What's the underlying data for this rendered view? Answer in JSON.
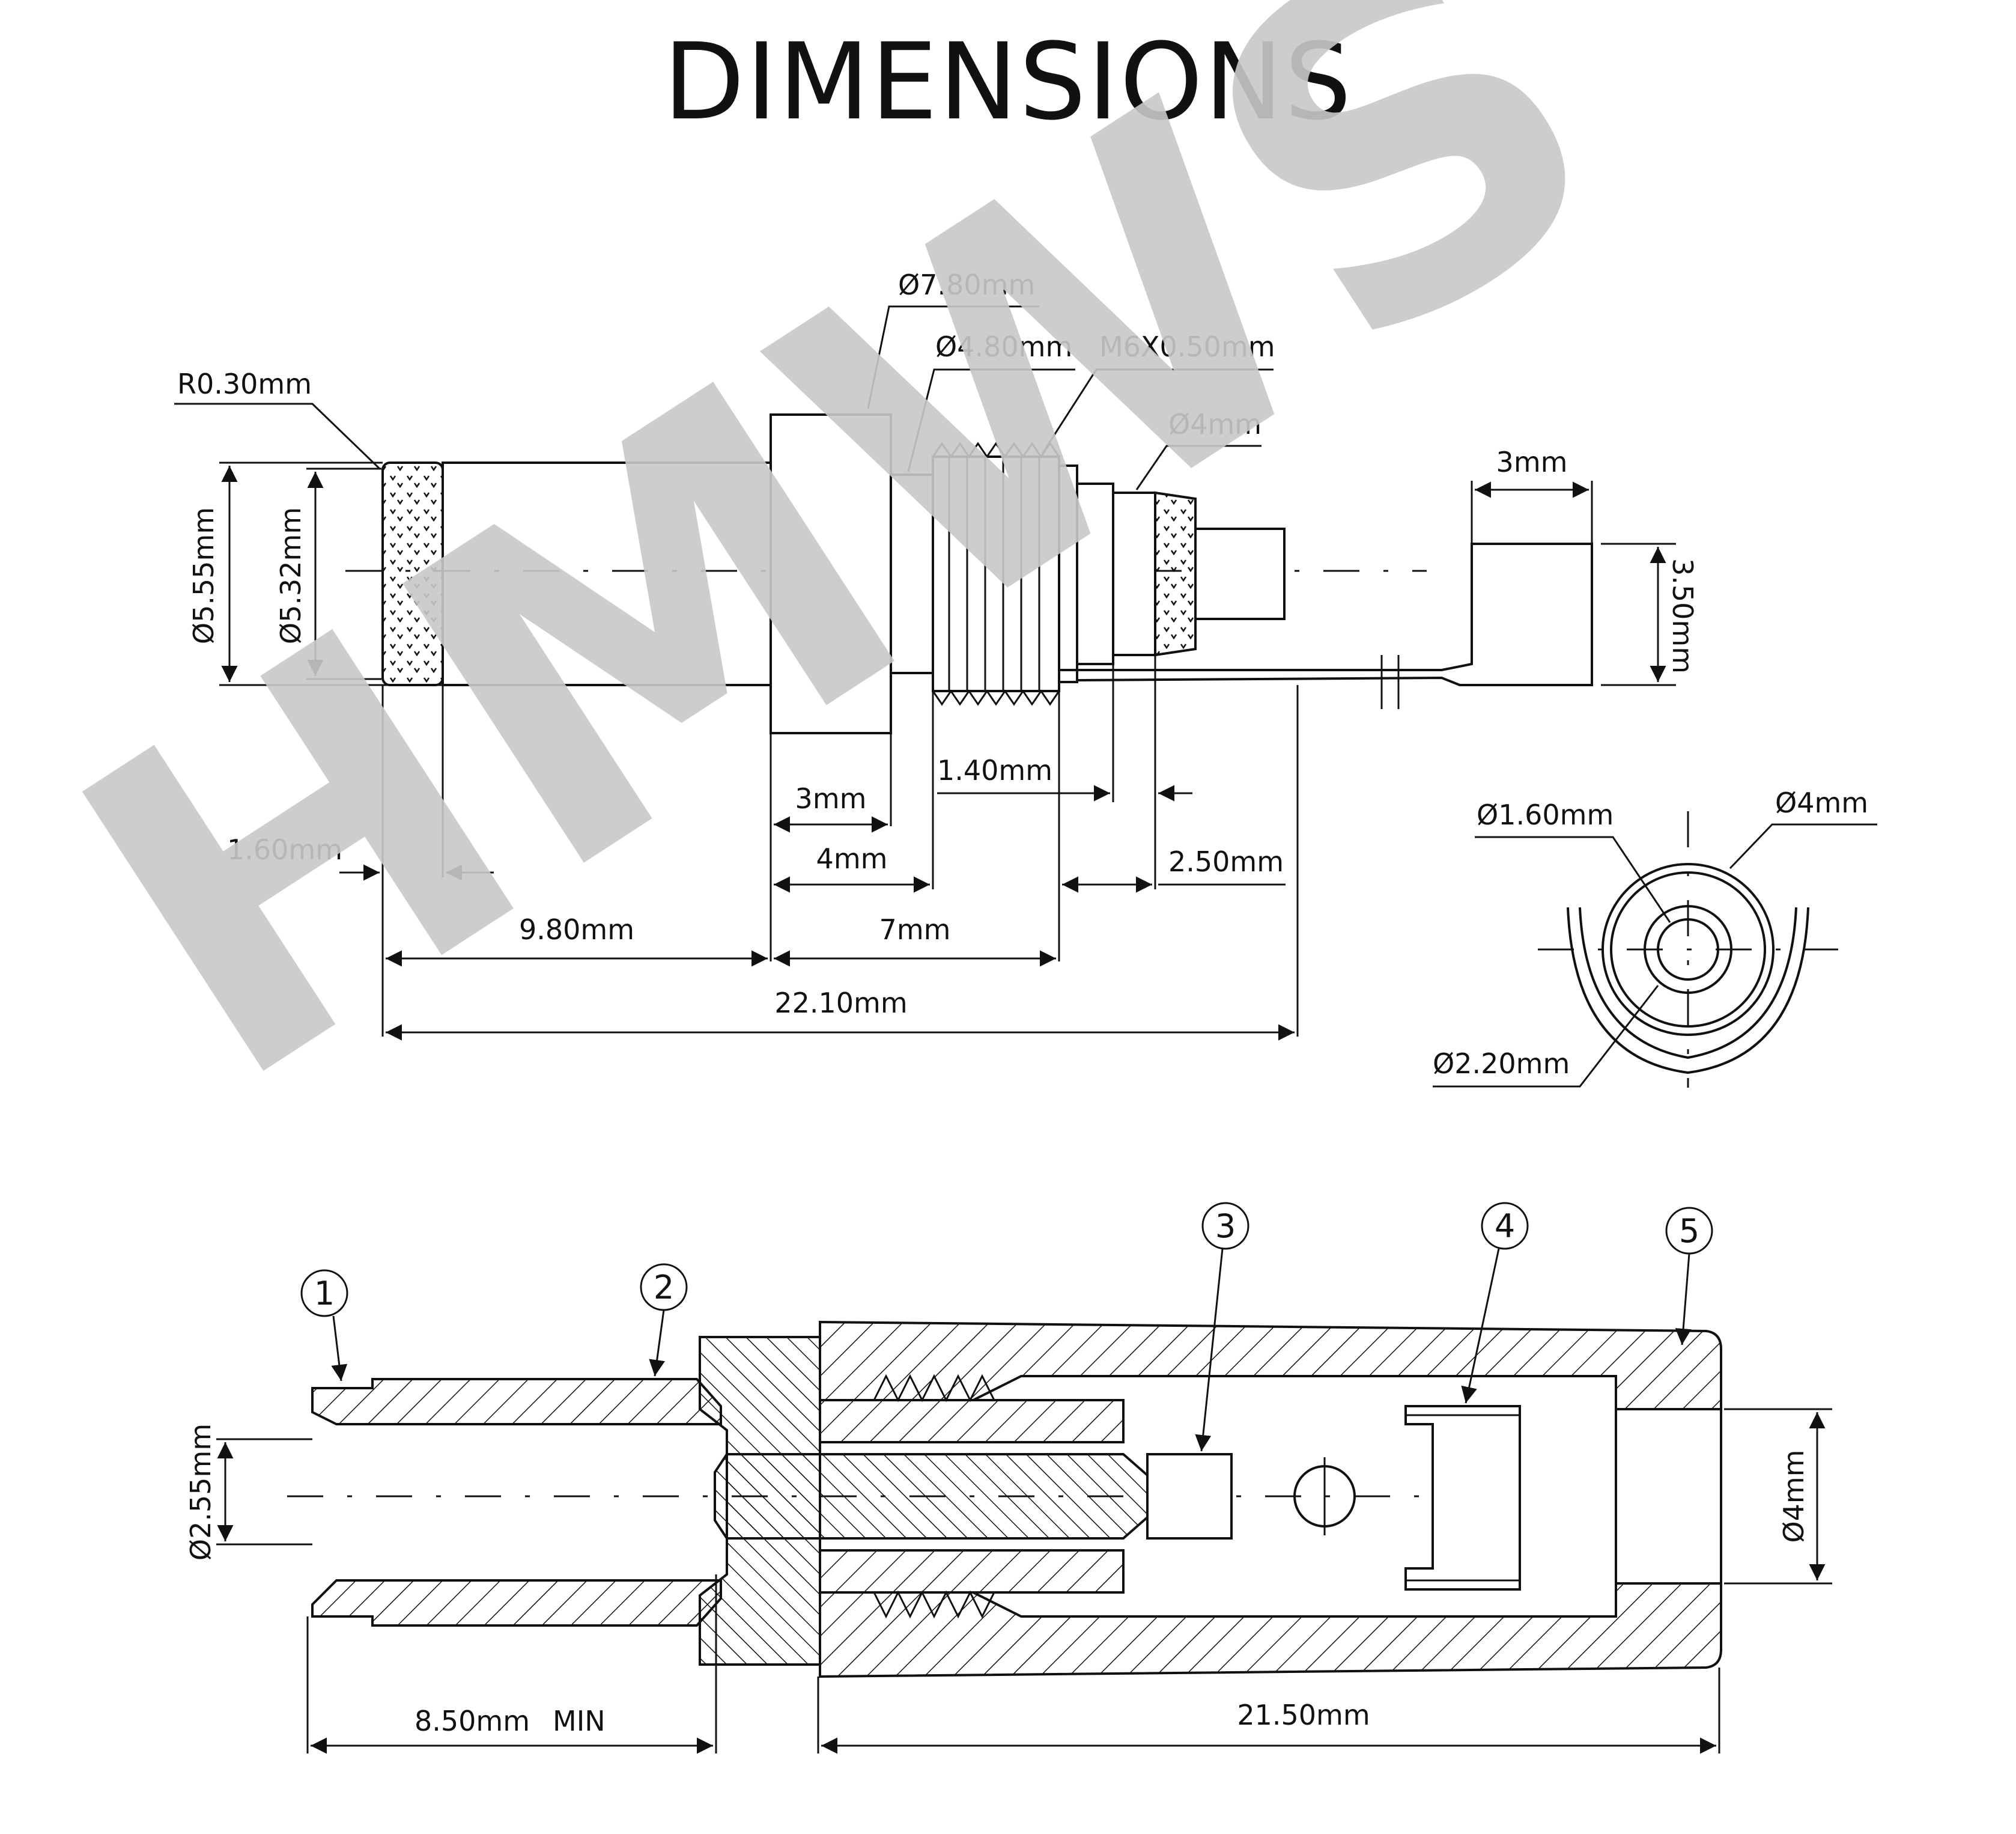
{
  "title": "DIMENSIONS",
  "watermark": "HMWS",
  "side_view": {
    "dims": {
      "r030": "R0.30mm",
      "d780": "Ø7.80mm",
      "d480": "Ø4.80mm",
      "thread": "M6X0.50mm",
      "d4_top": "Ø4mm",
      "d555": "Ø5.55mm",
      "d532": "Ø5.32mm",
      "w3_lug": "3mm",
      "h350": "3.50mm",
      "w160": "1.60mm",
      "w3_flange": "3mm",
      "w140": "1.40mm",
      "w4": "4mm",
      "w250": "2.50mm",
      "w980": "9.80mm",
      "w7": "7mm",
      "w2210": "22.10mm"
    }
  },
  "end_view": {
    "dims": {
      "d160": "Ø1.60mm",
      "d4": "Ø4mm",
      "d220": "Ø2.20mm"
    }
  },
  "section_view": {
    "callouts": [
      "1",
      "2",
      "3",
      "4",
      "5"
    ],
    "dims": {
      "d255": "Ø2.55mm",
      "d4": "Ø4mm",
      "w850": "8.50mm",
      "w850_suffix": "MIN",
      "w2150": "21.50mm"
    }
  },
  "colors": {
    "ink": "#111111",
    "watermark": "#c8c8c8",
    "background": "#ffffff"
  }
}
